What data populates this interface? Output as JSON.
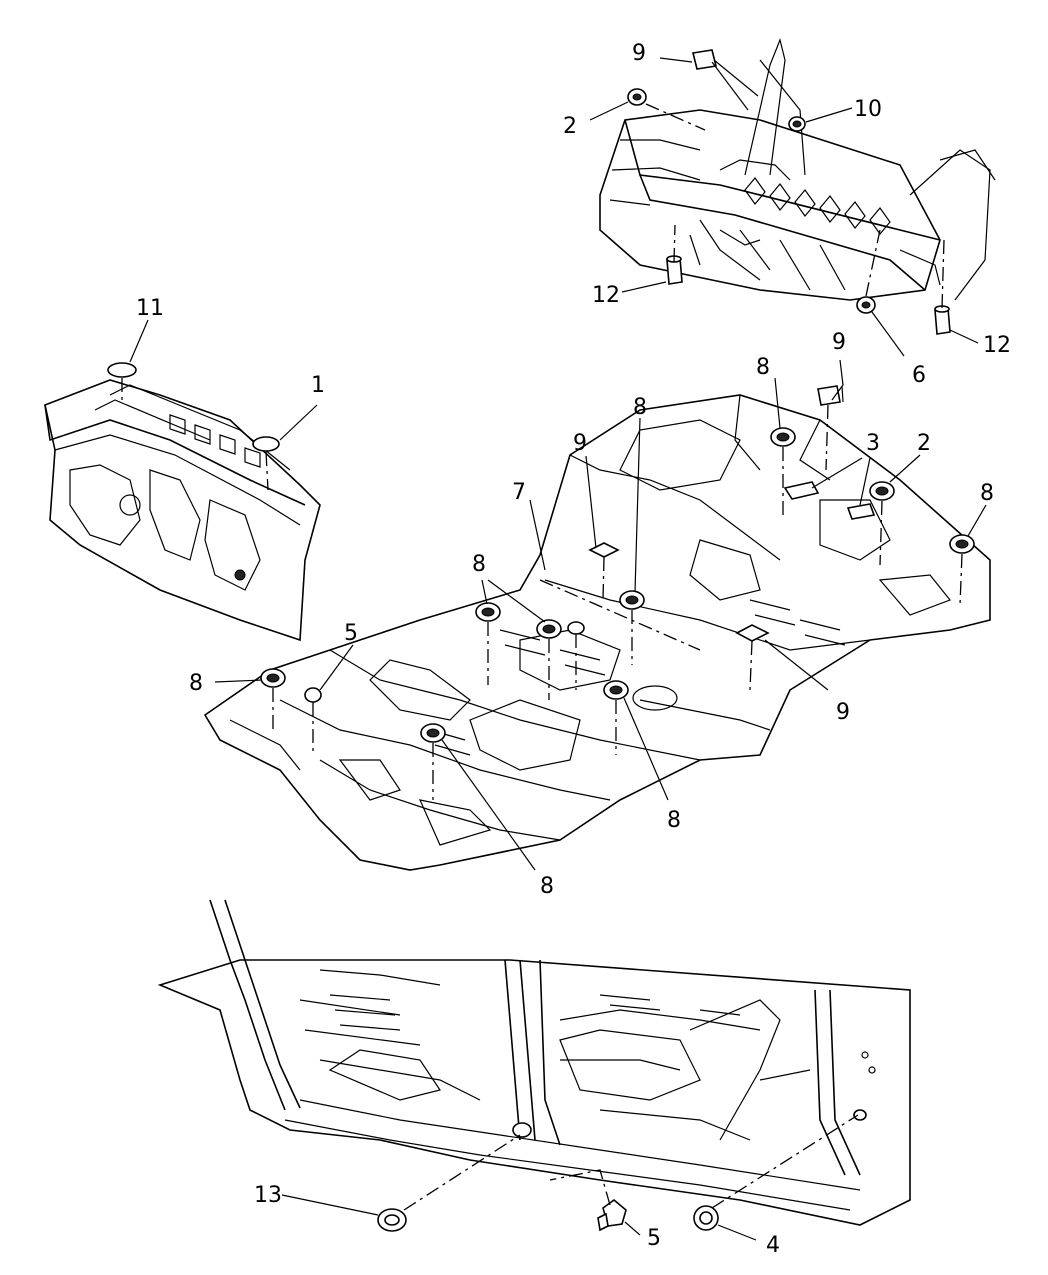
{
  "callouts": [
    {
      "id": "c-9-top",
      "text": "9"
    },
    {
      "id": "c-2-top",
      "text": "2"
    },
    {
      "id": "c-10",
      "text": "10"
    },
    {
      "id": "c-12-left",
      "text": "12"
    },
    {
      "id": "c-6",
      "text": "6"
    },
    {
      "id": "c-12-right",
      "text": "12"
    },
    {
      "id": "c-11",
      "text": "11"
    },
    {
      "id": "c-1",
      "text": "1"
    },
    {
      "id": "c-9-mid",
      "text": "9"
    },
    {
      "id": "c-8-a",
      "text": "8"
    },
    {
      "id": "c-8-b",
      "text": "8"
    },
    {
      "id": "c-9-left",
      "text": "9"
    },
    {
      "id": "c-3",
      "text": "3"
    },
    {
      "id": "c-2-mid",
      "text": "2"
    },
    {
      "id": "c-8-c",
      "text": "8"
    },
    {
      "id": "c-7",
      "text": "7"
    },
    {
      "id": "c-8-d",
      "text": "8"
    },
    {
      "id": "c-8-e",
      "text": "8"
    },
    {
      "id": "c-5-mid",
      "text": "5"
    },
    {
      "id": "c-9-bottom",
      "text": "9"
    },
    {
      "id": "c-8-f",
      "text": "8"
    },
    {
      "id": "c-8-g",
      "text": "8"
    },
    {
      "id": "c-13",
      "text": "13"
    },
    {
      "id": "c-5-bottom",
      "text": "5"
    },
    {
      "id": "c-4",
      "text": "4"
    }
  ]
}
